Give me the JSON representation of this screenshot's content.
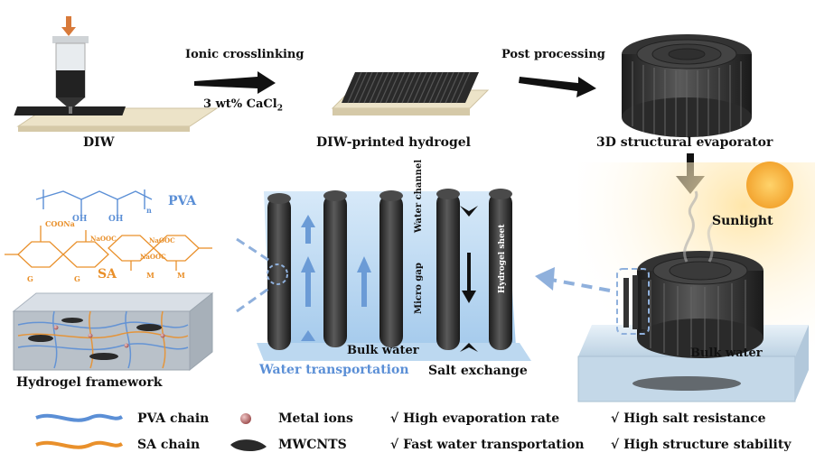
{
  "top_row": {
    "diw_label": "DIW",
    "crosslink_label": "Ionic crosslinking",
    "cacl2_label_main": "3 wt% CaCl",
    "cacl2_label_sub": "2",
    "printed_label": "DIW-printed hydrogel",
    "post_label": "Post processing",
    "evaporator_label": "3D structural evaporator"
  },
  "chemistry": {
    "pva_label": "PVA",
    "sa_label": "SA",
    "oh1": "OH",
    "oh2": "OH",
    "n_sub": "n",
    "coona": "COONa",
    "naooc1": "NaOOC",
    "naooc2": "NaOOC",
    "naooc3": "NaOOC",
    "g1": "G",
    "g2": "G",
    "m1": "M",
    "m2": "M",
    "framework_label": "Hydrogel framework"
  },
  "center": {
    "water_channel": "Water channel",
    "micro_gap": "Micro gap",
    "hydrogel_sheet": "Hydrogel sheet",
    "bulk_water": "Bulk water",
    "salt_exchange": "Salt exchange",
    "water_transport": "Water transportation"
  },
  "right": {
    "sunlight": "Sunlight",
    "bulk_water": "Bulk water"
  },
  "legend": {
    "pva_chain": "PVA chain",
    "sa_chain": "SA chain",
    "metal_ions": "Metal ions",
    "mwcnts": "MWCNTS",
    "feature1": "√ High evaporation rate",
    "feature2": "√ Fast water transportation",
    "feature3": "√ High salt resistance",
    "feature4": "√ High structure stability"
  },
  "colors": {
    "pva_blue": "#5b8fd6",
    "sa_orange": "#e9902b",
    "water_blue": "#a9cdee",
    "dark_gray": "#2b2b2b",
    "arrow_blue": "#8fb0dc"
  }
}
